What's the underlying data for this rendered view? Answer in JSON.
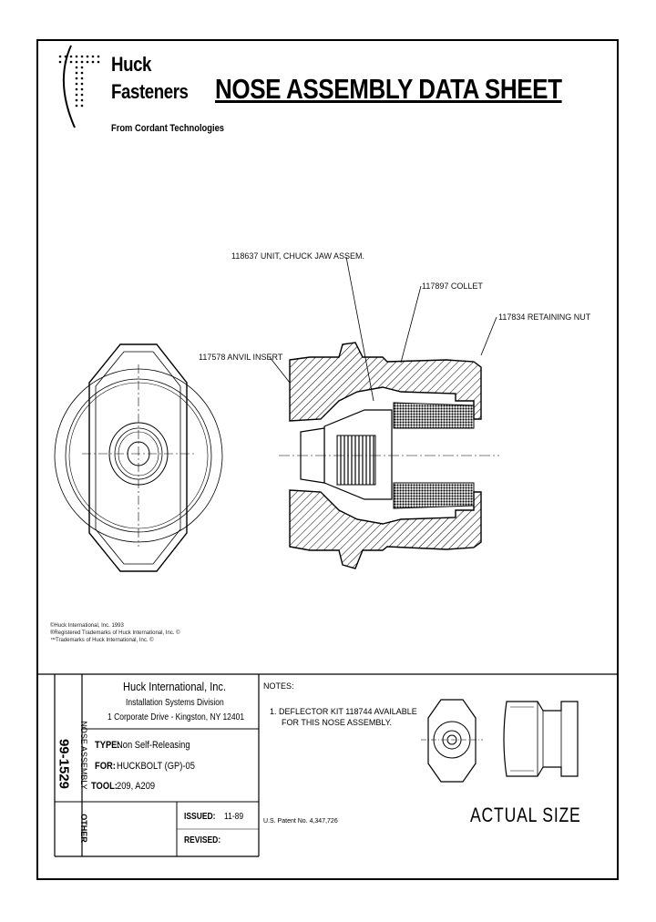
{
  "brand": {
    "name_line1": "Huck",
    "name_line2": "Fasteners",
    "tagline": "From Cordant Technologies"
  },
  "title": "NOSE ASSEMBLY DATA SHEET",
  "callouts": {
    "chuck_jaw": "118637 UNIT, CHUCK JAW ASSEM.",
    "collet": "117897 COLLET",
    "retaining_nut": "117834 RETAINING NUT",
    "anvil_insert": "117578 ANVIL INSERT"
  },
  "trademarks": {
    "line1": "©Huck International, Inc. 1993",
    "line2": "®Registered Trademarks of Huck International, Inc. ©",
    "line3": "™Trademarks of Huck International, Inc. ©"
  },
  "title_block": {
    "company": "Huck International, Inc.",
    "division": "Installation Systems Division",
    "address": "1 Corporate Drive - Kingston, NY 12401",
    "part_number": "99-1529",
    "assembly_label": "NOSE ASSEMBLY",
    "other_label": "OTHER",
    "type_label": "TYPE:",
    "type_value": "Non Self-Releasing",
    "for_label": "FOR:",
    "for_value": "HUCKBOLT (GP)-05",
    "tool_label": "TOOL:",
    "tool_value": "209, A209",
    "issued_label": "ISSUED:",
    "issued_value": "11-89",
    "revised_label": "REVISED:",
    "revised_value": ""
  },
  "notes": {
    "heading": "NOTES:",
    "item1_line1": "1.  DEFLECTOR KIT 118744 AVAILABLE",
    "item1_line2": "FOR THIS NOSE ASSEMBLY."
  },
  "patent": "U.S. Patent No. 4,347,726",
  "actual_size": "ACTUAL SIZE"
}
